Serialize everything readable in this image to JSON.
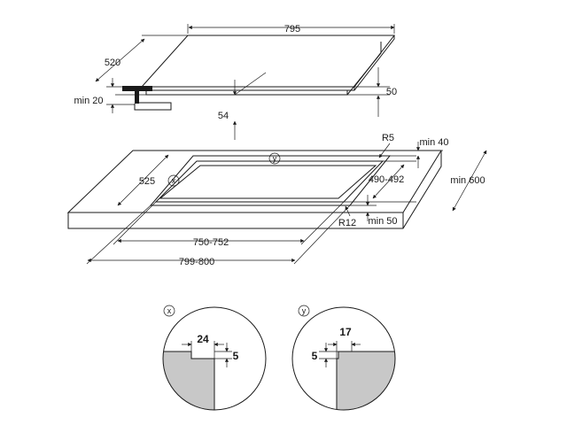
{
  "dimensions": {
    "hob_width": "795",
    "hob_depth": "520",
    "clearance_min": "min 20",
    "hob_thickness": "50",
    "built_in_depth": "54",
    "cutout_depth": "525",
    "corner_radius_top": "R5",
    "edge_clearance": "min 40",
    "cutout_inner_depth": "490-492",
    "worktop_depth": "min 600",
    "corner_radius_bottom": "R12",
    "front_clearance": "min 50",
    "cutout_inner_width": "750-752",
    "cutout_width": "799-800"
  },
  "details": {
    "x": {
      "marker": "x",
      "width": "24",
      "depth": "5"
    },
    "y": {
      "marker": "y",
      "width": "17",
      "depth": "5"
    }
  }
}
